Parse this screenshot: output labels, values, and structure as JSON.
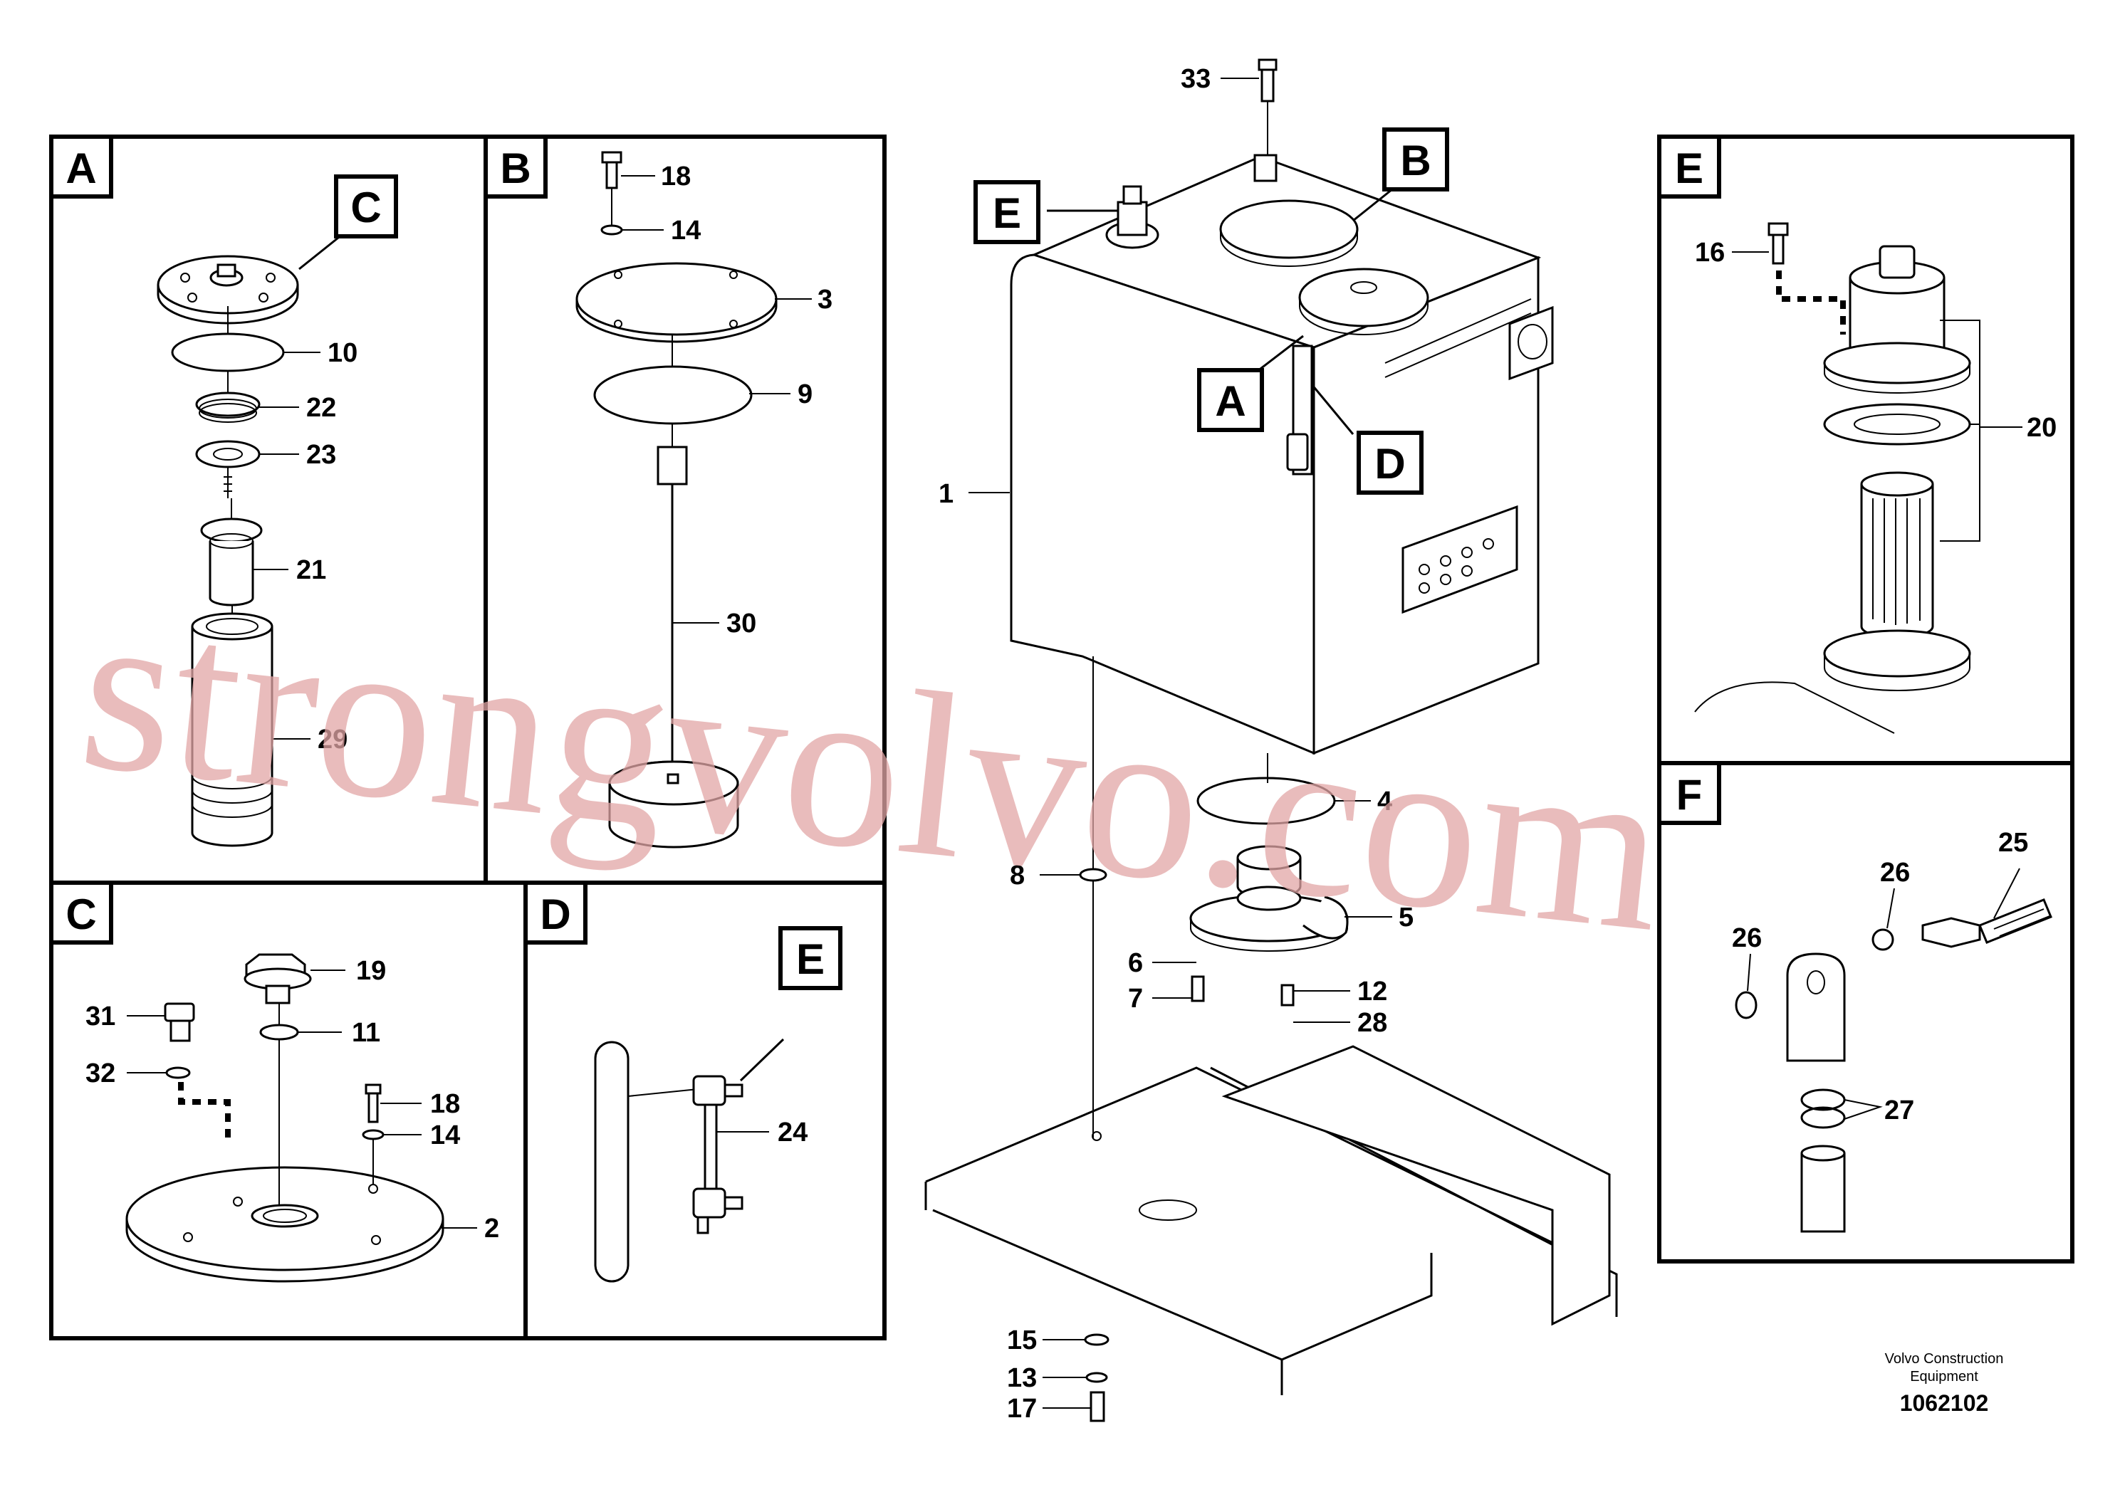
{
  "panels": {
    "A": {
      "letter": "A",
      "ref": "C",
      "parts": [
        "10",
        "22",
        "23",
        "21",
        "29"
      ]
    },
    "B": {
      "letter": "B",
      "parts": [
        "18",
        "14",
        "3",
        "9",
        "30"
      ]
    },
    "C": {
      "letter": "C",
      "parts": [
        "19",
        "31",
        "11",
        "32",
        "18",
        "14",
        "2"
      ]
    },
    "D": {
      "letter": "D",
      "ref": "E",
      "parts": [
        "24"
      ]
    },
    "E": {
      "letter": "E",
      "parts": [
        "16",
        "20"
      ]
    },
    "F": {
      "letter": "F",
      "parts": [
        "25",
        "26",
        "26",
        "27"
      ]
    }
  },
  "main": {
    "tags": [
      "E",
      "B",
      "A",
      "D"
    ],
    "parts": [
      "33",
      "1",
      "4",
      "8",
      "5",
      "6",
      "7",
      "12",
      "28",
      "15",
      "13",
      "17"
    ]
  },
  "watermark": "strongvolvo.com",
  "footer": {
    "line1": "Volvo Construction",
    "line2": "Equipment",
    "number": "1062102"
  },
  "colors": {
    "line": "#000000",
    "background": "#ffffff",
    "watermark": "#e2a6a6"
  }
}
